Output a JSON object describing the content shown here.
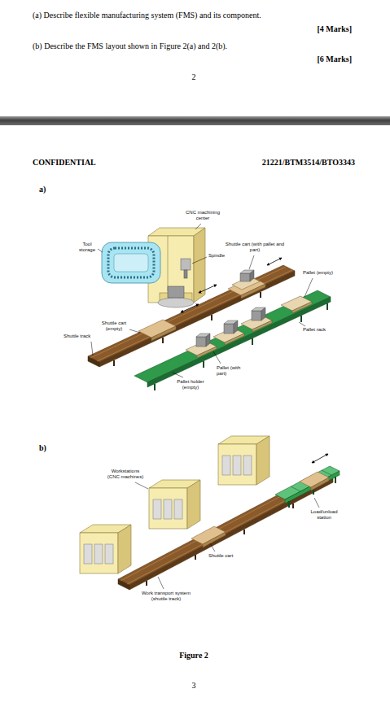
{
  "diagram": {
    "caption": "Figure 2",
    "labels": [
      "(a) Describe flexible manufacturing system (FMS) and its component.",
      "[4 Marks]",
      "(b) Describe the FMS layout shown in Figure 2(a) and 2(b).",
      "[6 Marks]",
      "2",
      "CONFIDENTIAL",
      "21221/BTM3514/BTO3343",
      "a)",
      "CNC machining center",
      "Tool storage",
      "Spindle",
      "Shuttle cart (with pallet and part)",
      "Pallet (empty)",
      "Pallet rack",
      "Shuttle cart (empty)",
      "Shuttle track",
      "Pallet (with part)",
      "Pallet holder (empty)",
      "b)",
      "Workstations (CNC machines)",
      "Load/unload station",
      "Shuttle cart",
      "Work transport system (shuttle track)",
      "3"
    ]
  }
}
